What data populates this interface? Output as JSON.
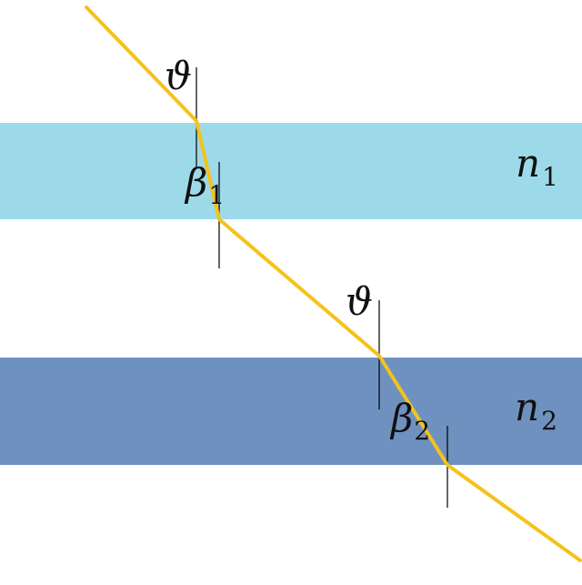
{
  "colors": {
    "background": "#ffffff",
    "layer_1": "#9ddae9",
    "layer_2": "#6f91bf",
    "ray": "#f5c21b",
    "normal_line": "#000000"
  },
  "labels": {
    "theta_top": "ϑ",
    "beta_1_symbol": "β",
    "beta_1_sub": "1",
    "n_1_symbol": "n",
    "n_1_sub": "1",
    "theta_middle": "ϑ",
    "beta_2_symbol": "β",
    "beta_2_sub": "2",
    "n_2_symbol": "n",
    "n_2_sub": "2"
  }
}
